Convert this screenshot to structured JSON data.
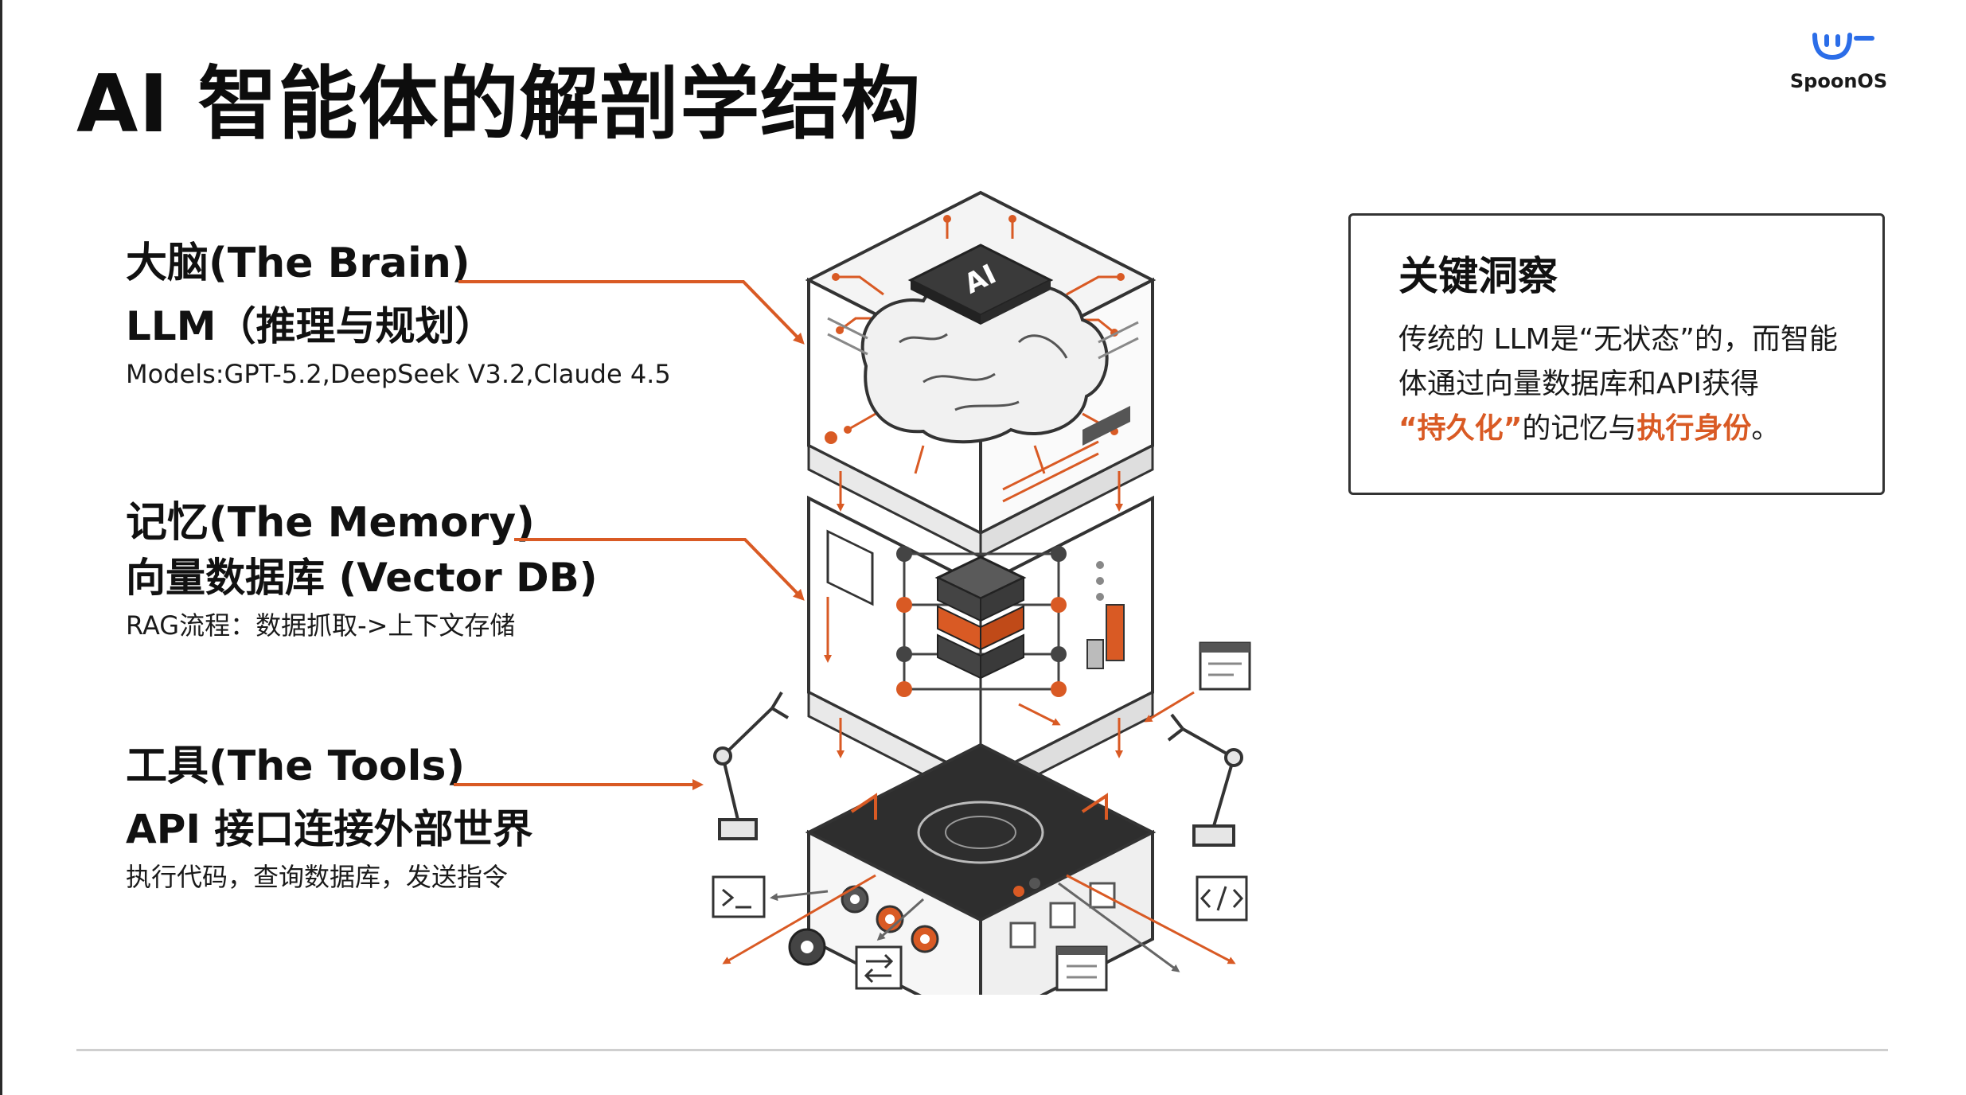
{
  "slide": {
    "title": "AI 智能体的解剖学结构",
    "logo_text": "SpoonOS",
    "logo_icon": "smile-logo-icon"
  },
  "sections": {
    "brain": {
      "title": "大脑(The Brain)",
      "subtitle": "LLM（推理与规划）",
      "desc": "Models:GPT-5.2,DeepSeek V3.2,Claude 4.5"
    },
    "memory": {
      "title": "记忆(The Memory)",
      "subtitle": "向量数据库 (Vector DB)",
      "desc": "RAG流程：数据抓取->上下文存储"
    },
    "tools": {
      "title": "工具(The Tools)",
      "subtitle": "API 接口连接外部世界",
      "desc": "执行代码，查询数据库，发送指令"
    }
  },
  "insight": {
    "title": "关键洞察",
    "line1": "传统的 LLM是“无状态”的，而智能体通过向量数据库和API获得",
    "quote_open": "“",
    "highlight1": "持久化",
    "quote_close": "”",
    "mid": "的记忆与",
    "highlight2": "执行身份",
    "end": "。"
  },
  "illustration": {
    "chip_label": "AI",
    "icons": [
      "brain-icon",
      "chip-icon",
      "database-icon",
      "robot-arm-icon",
      "terminal-icon",
      "gear-icon",
      "swap-icon",
      "list-icon",
      "code-icon",
      "window-icon"
    ]
  },
  "colors": {
    "accent": "#d95a24",
    "text": "#111111",
    "line": "#333333"
  }
}
